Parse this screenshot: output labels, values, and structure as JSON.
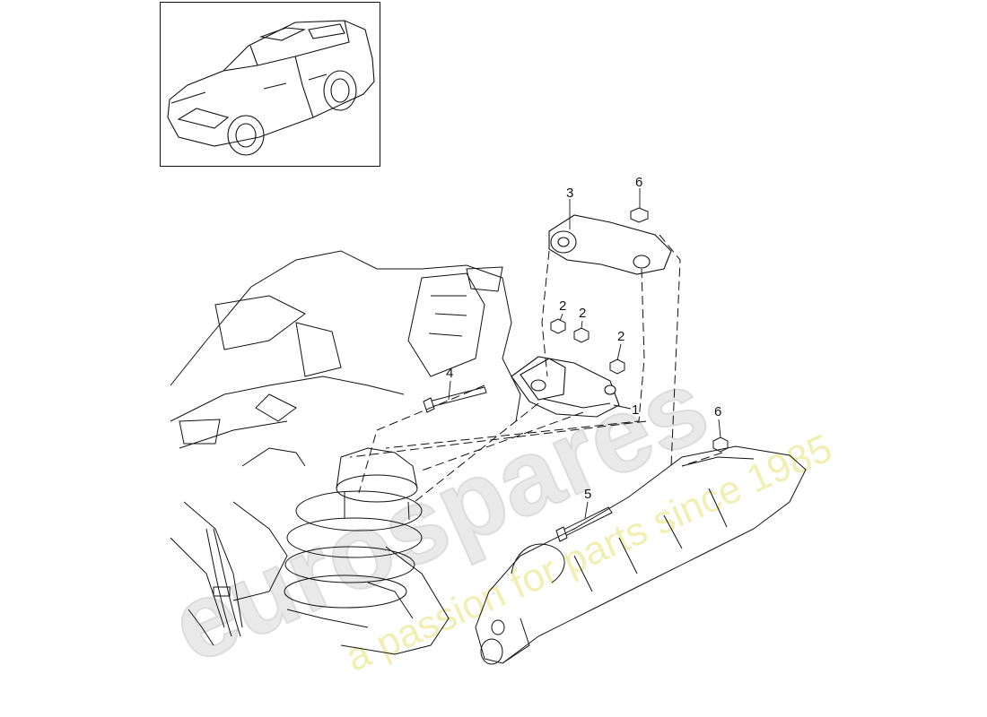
{
  "callouts": {
    "c1": "1",
    "c2a": "2",
    "c2b": "2",
    "c2c": "2",
    "c3": "3",
    "c4": "4",
    "c5": "5",
    "c6a": "6",
    "c6b": "6"
  },
  "watermark": {
    "brand": "eurospares",
    "tagline": "a passion for parts since 1985"
  },
  "colors": {
    "line": "#111111",
    "watermark_brand": "#e6e6e6",
    "watermark_tagline": "#f2efb4"
  }
}
